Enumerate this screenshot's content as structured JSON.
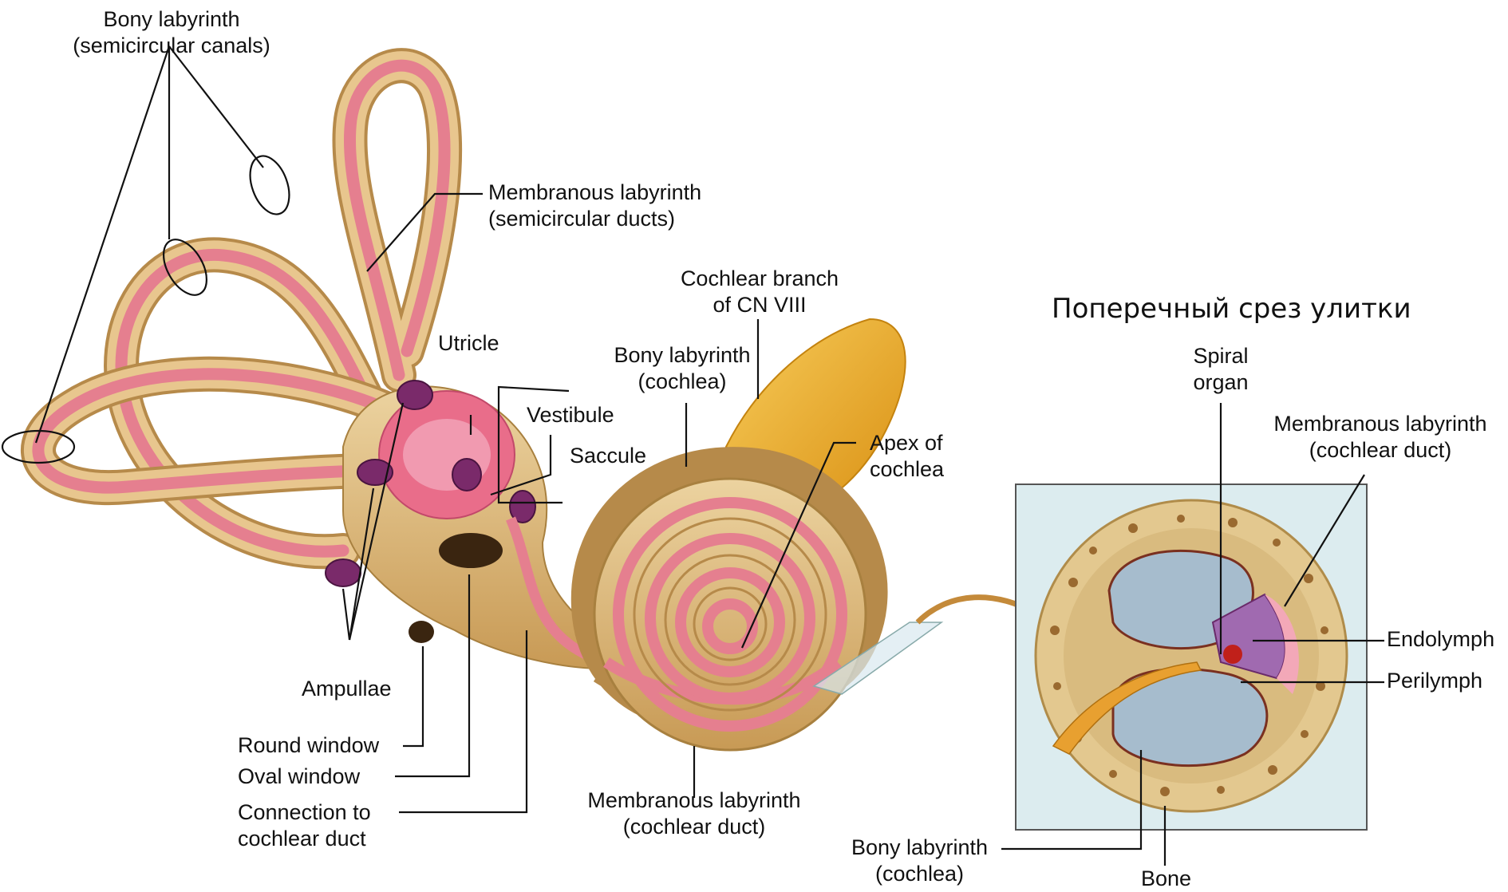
{
  "title": "Поперечный срез улитки",
  "labels": {
    "bony_semicircular": "Bony labyrinth\n(semicircular canals)",
    "membranous_semicircular": "Membranous labyrinth\n(semicircular ducts)",
    "cochlear_branch": "Cochlear branch\nof CN VIII",
    "utricle": "Utricle",
    "vestibule": "Vestibule",
    "saccule": "Saccule",
    "bony_cochlea": "Bony labyrinth\n(cochlea)",
    "apex": "Apex of\ncochlea",
    "ampullae": "Ampullae",
    "round_window": "Round window",
    "oval_window": "Oval window",
    "connection": "Connection to\ncochlear duct",
    "membranous_cochlear": "Membranous labyrinth\n(cochlear duct)",
    "spiral_organ": "Spiral\norgan",
    "membranous_cochlear_duct": "Membranous labyrinth\n(cochlear duct)",
    "endolymph": "Endolymph",
    "perilymph": "Perilymph",
    "bony_cochlea_section": "Bony labyrinth\n(cochlea)",
    "bone": "Bone"
  },
  "colors": {
    "bone": "#d9b478",
    "bone_dark": "#a8803f",
    "membrane": "#e57f8f",
    "membrane_light": "#f5b0bb",
    "ampulla": "#7a2a6a",
    "nerve": "#f0b030",
    "fluid": "#a6bccd",
    "box_bg": "#dcecef"
  }
}
